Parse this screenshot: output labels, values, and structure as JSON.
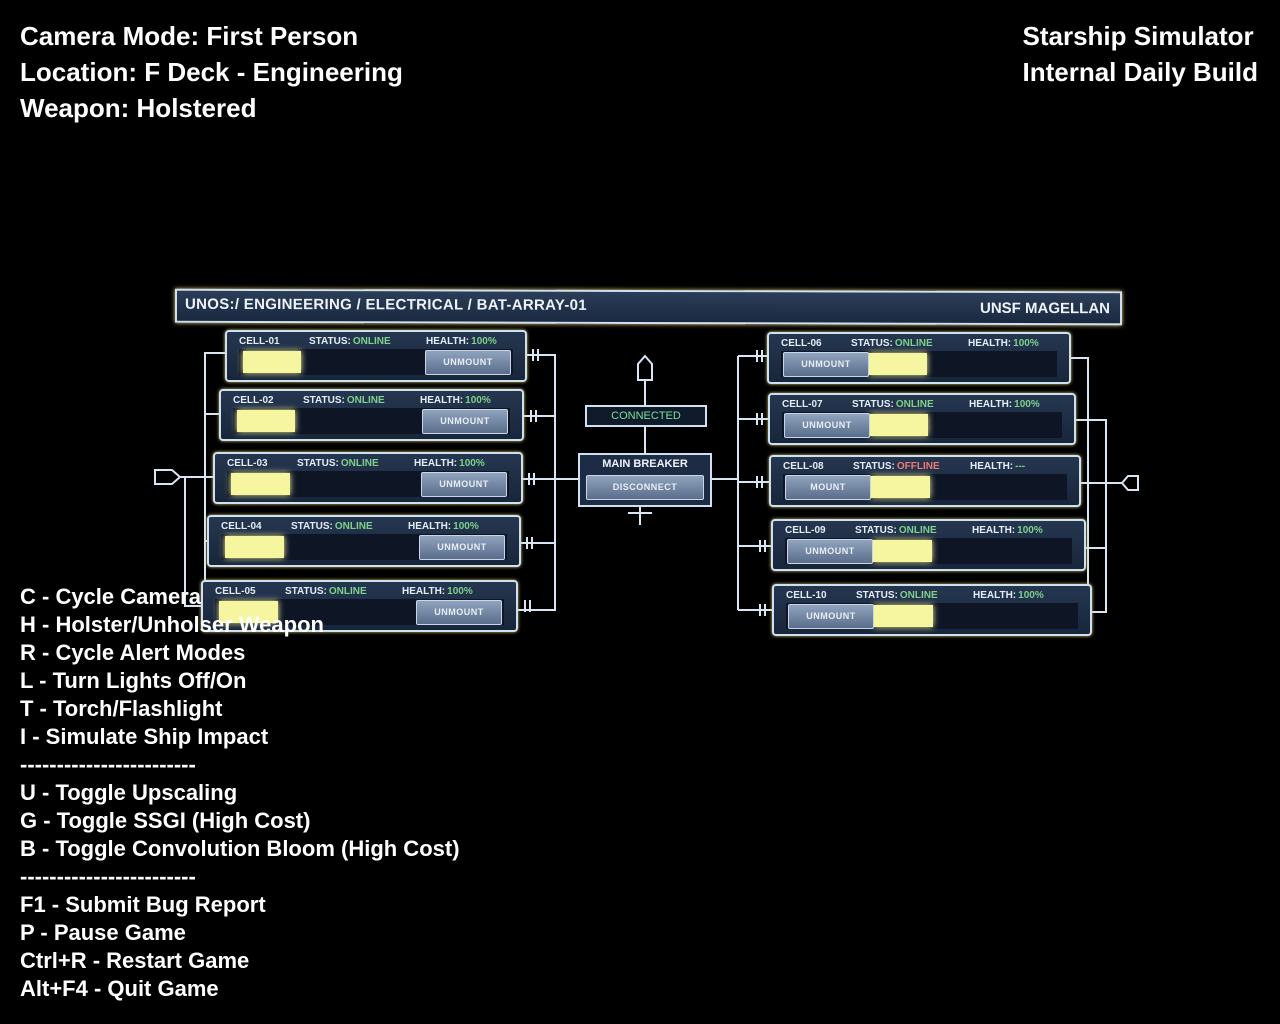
{
  "hud": {
    "camera_label": "Camera Mode:",
    "camera_value": "First Person",
    "location_label": "Location:",
    "location_value": "F Deck - Engineering",
    "weapon_label": "Weapon:",
    "weapon_value": "Holstered",
    "app_title": "Starship Simulator",
    "build": "Internal Daily Build"
  },
  "panel": {
    "path": "UNOS:/ ENGINEERING / ELECTRICAL / BAT-ARRAY-01",
    "ship": "UNSF MAGELLAN",
    "connected": "CONNECTED",
    "breaker_title": "MAIN BREAKER",
    "breaker_button": "DISCONNECT",
    "status_label": "STATUS:",
    "health_label": "HEALTH:",
    "cells": [
      {
        "id": "CELL-01",
        "status": "ONLINE",
        "health": "100%",
        "button": "UNMOUNT",
        "charge": 0.22
      },
      {
        "id": "CELL-02",
        "status": "ONLINE",
        "health": "100%",
        "button": "UNMOUNT",
        "charge": 0.22
      },
      {
        "id": "CELL-03",
        "status": "ONLINE",
        "health": "100%",
        "button": "UNMOUNT",
        "charge": 0.22
      },
      {
        "id": "CELL-04",
        "status": "ONLINE",
        "health": "100%",
        "button": "UNMOUNT",
        "charge": 0.22
      },
      {
        "id": "CELL-05",
        "status": "ONLINE",
        "health": "100%",
        "button": "UNMOUNT",
        "charge": 0.22
      },
      {
        "id": "CELL-06",
        "status": "ONLINE",
        "health": "100%",
        "button": "UNMOUNT",
        "charge": 0.22
      },
      {
        "id": "CELL-07",
        "status": "ONLINE",
        "health": "100%",
        "button": "UNMOUNT",
        "charge": 0.22
      },
      {
        "id": "CELL-08",
        "status": "OFFLINE",
        "health": "---",
        "button": "MOUNT",
        "charge": 0.22
      },
      {
        "id": "CELL-09",
        "status": "ONLINE",
        "health": "100%",
        "button": "UNMOUNT",
        "charge": 0.22
      },
      {
        "id": "CELL-10",
        "status": "ONLINE",
        "health": "100%",
        "button": "UNMOUNT",
        "charge": 0.22
      }
    ]
  },
  "help": [
    "C - Cycle Camera",
    "H - Holster/Unholser Weapon",
    "R - Cycle Alert Modes",
    "L - Turn Lights Off/On",
    "T - Torch/Flashlight",
    "I - Simulate Ship Impact",
    "------------------------",
    "U - Toggle Upscaling",
    "G - Toggle SSGI (High Cost)",
    "B - Toggle Convolution Bloom (High Cost)",
    "------------------------",
    "F1 - Submit Bug Report",
    "P - Pause Game",
    "Ctrl+R - Restart Game",
    "Alt+F4 - Quit Game"
  ],
  "colors": {
    "online": "#7fd18c",
    "offline": "#f07a70",
    "charge": "#f6f5a0"
  }
}
